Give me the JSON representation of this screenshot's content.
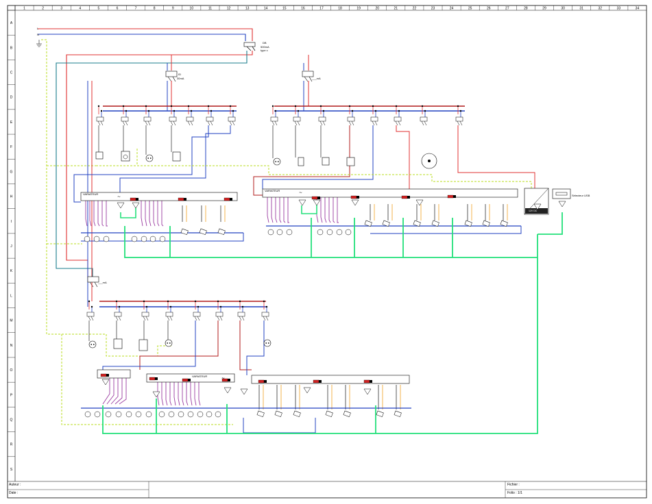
{
  "frame": {
    "columns": [
      "1",
      "2",
      "3",
      "4",
      "5",
      "6",
      "7",
      "8",
      "9",
      "10",
      "11",
      "12",
      "13",
      "14",
      "15",
      "16",
      "17",
      "18",
      "19",
      "20",
      "21",
      "22",
      "23",
      "24",
      "25",
      "26",
      "27",
      "28",
      "29",
      "30",
      "31",
      "32",
      "33",
      "34"
    ],
    "rows": [
      "A",
      "B",
      "C",
      "D",
      "E",
      "F",
      "G",
      "H",
      "I",
      "J",
      "K",
      "L",
      "M",
      "N",
      "O",
      "P",
      "Q",
      "R",
      "S"
    ]
  },
  "supply": {
    "phase_label": "L",
    "neutral_label": "N",
    "main_breaker": {
      "lines": [
        "DB",
        "500mA",
        "type x"
      ]
    }
  },
  "differentials": [
    {
      "name": "diff-1",
      "lines": [
        "ID",
        "30mA"
      ]
    },
    {
      "name": "diff-2",
      "lines": [
        "___mA"
      ]
    },
    {
      "name": "diff-3",
      "lines": [
        "___mA"
      ]
    }
  ],
  "modules": {
    "variator_label": "VARIATEUR",
    "dimmer_symbol": "~",
    "power_supply_label": "12V DC",
    "usb_selector_label": "Sélecteur USB"
  },
  "title_block": {
    "author_label": "Auteur :",
    "date_label": "Date :",
    "file_label": "Fichier :",
    "folio_label": "Folio : 1/1"
  },
  "colors": {
    "phase": "#e03030",
    "phase_dark": "#b01818",
    "neutral": "#2040c0",
    "earth": "#b8dc1c",
    "bus": "#22e07a",
    "control": "#9a3aa0",
    "aux_orange": "#f0a020",
    "aux_black": "#303030",
    "teal": "#1a7c8c"
  }
}
